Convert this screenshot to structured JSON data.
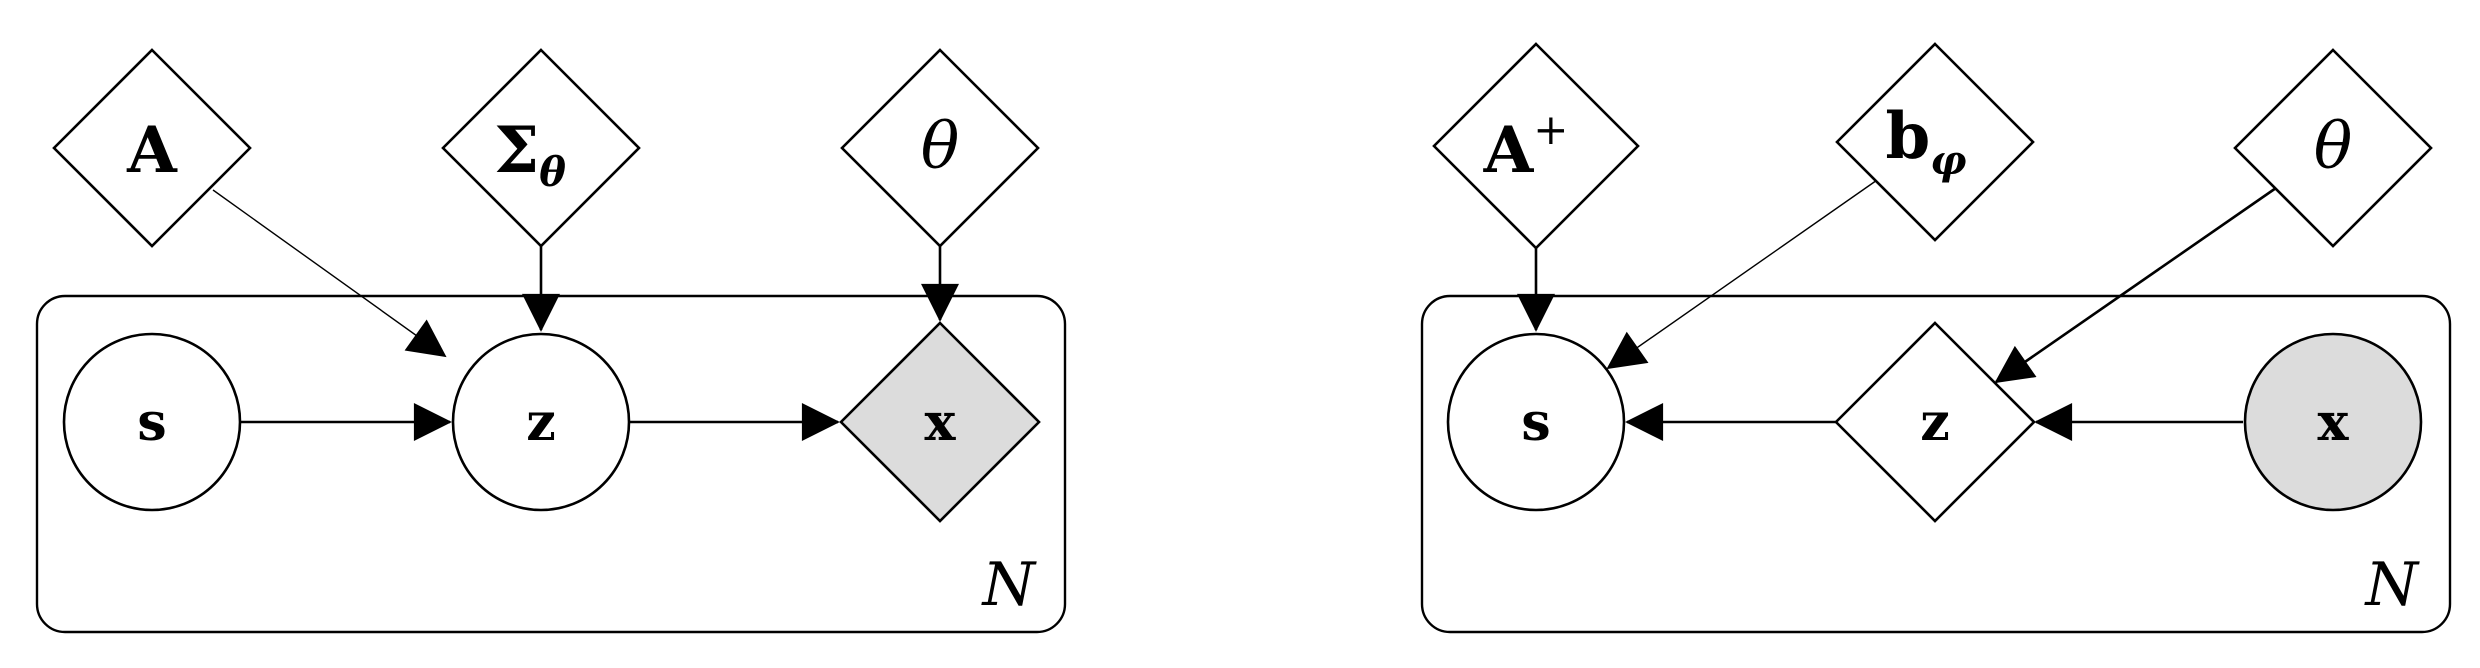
{
  "left_model": {
    "nodes": {
      "A": "A",
      "Sigma": "Σ",
      "Sigma_sub": "θ",
      "theta": "θ",
      "s": "s",
      "z": "z",
      "x": "x"
    },
    "plate_label": "N"
  },
  "right_model": {
    "nodes": {
      "Aplus": "A",
      "Aplus_sup": "+",
      "b": "b",
      "b_sub": "φ",
      "theta": "θ",
      "s": "s",
      "z": "z",
      "x": "x"
    },
    "plate_label": "N"
  },
  "colors": {
    "observed_fill": "#dcdcdc",
    "stroke": "#000000",
    "background": "#ffffff"
  }
}
